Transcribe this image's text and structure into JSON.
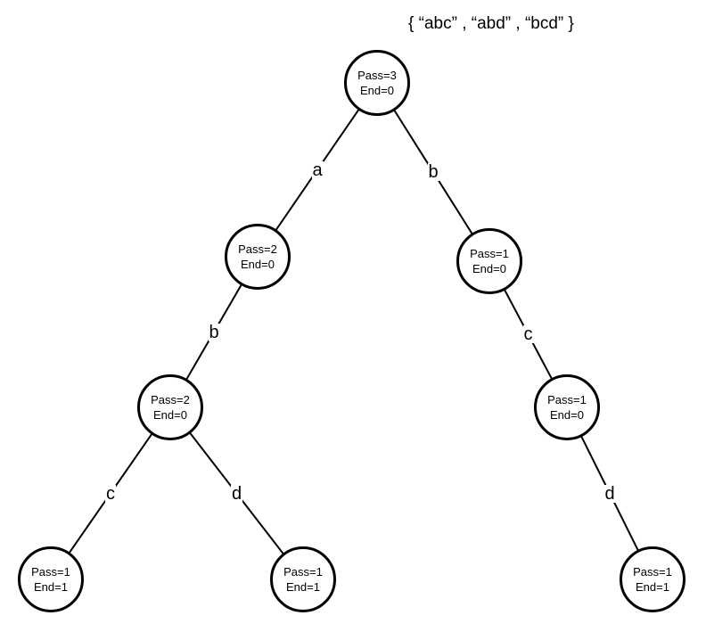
{
  "title": "{ “abc” , “abd” , “bcd” }",
  "nodes": [
    {
      "id": "root",
      "pass": "Pass=3",
      "end": "End=0"
    },
    {
      "id": "a",
      "pass": "Pass=2",
      "end": "End=0"
    },
    {
      "id": "b",
      "pass": "Pass=1",
      "end": "End=0"
    },
    {
      "id": "ab",
      "pass": "Pass=2",
      "end": "End=0"
    },
    {
      "id": "bc",
      "pass": "Pass=1",
      "end": "End=0"
    },
    {
      "id": "abc",
      "pass": "Pass=1",
      "end": "End=1"
    },
    {
      "id": "abd",
      "pass": "Pass=1",
      "end": "End=1"
    },
    {
      "id": "bcd",
      "pass": "Pass=1",
      "end": "End=1"
    }
  ],
  "edges": [
    {
      "from": "root",
      "to": "a",
      "label": "a"
    },
    {
      "from": "root",
      "to": "b",
      "label": "b"
    },
    {
      "from": "a",
      "to": "ab",
      "label": "b"
    },
    {
      "from": "b",
      "to": "bc",
      "label": "c"
    },
    {
      "from": "ab",
      "to": "abc",
      "label": "c"
    },
    {
      "from": "ab",
      "to": "abd",
      "label": "d"
    },
    {
      "from": "bc",
      "to": "bcd",
      "label": "d"
    }
  ]
}
